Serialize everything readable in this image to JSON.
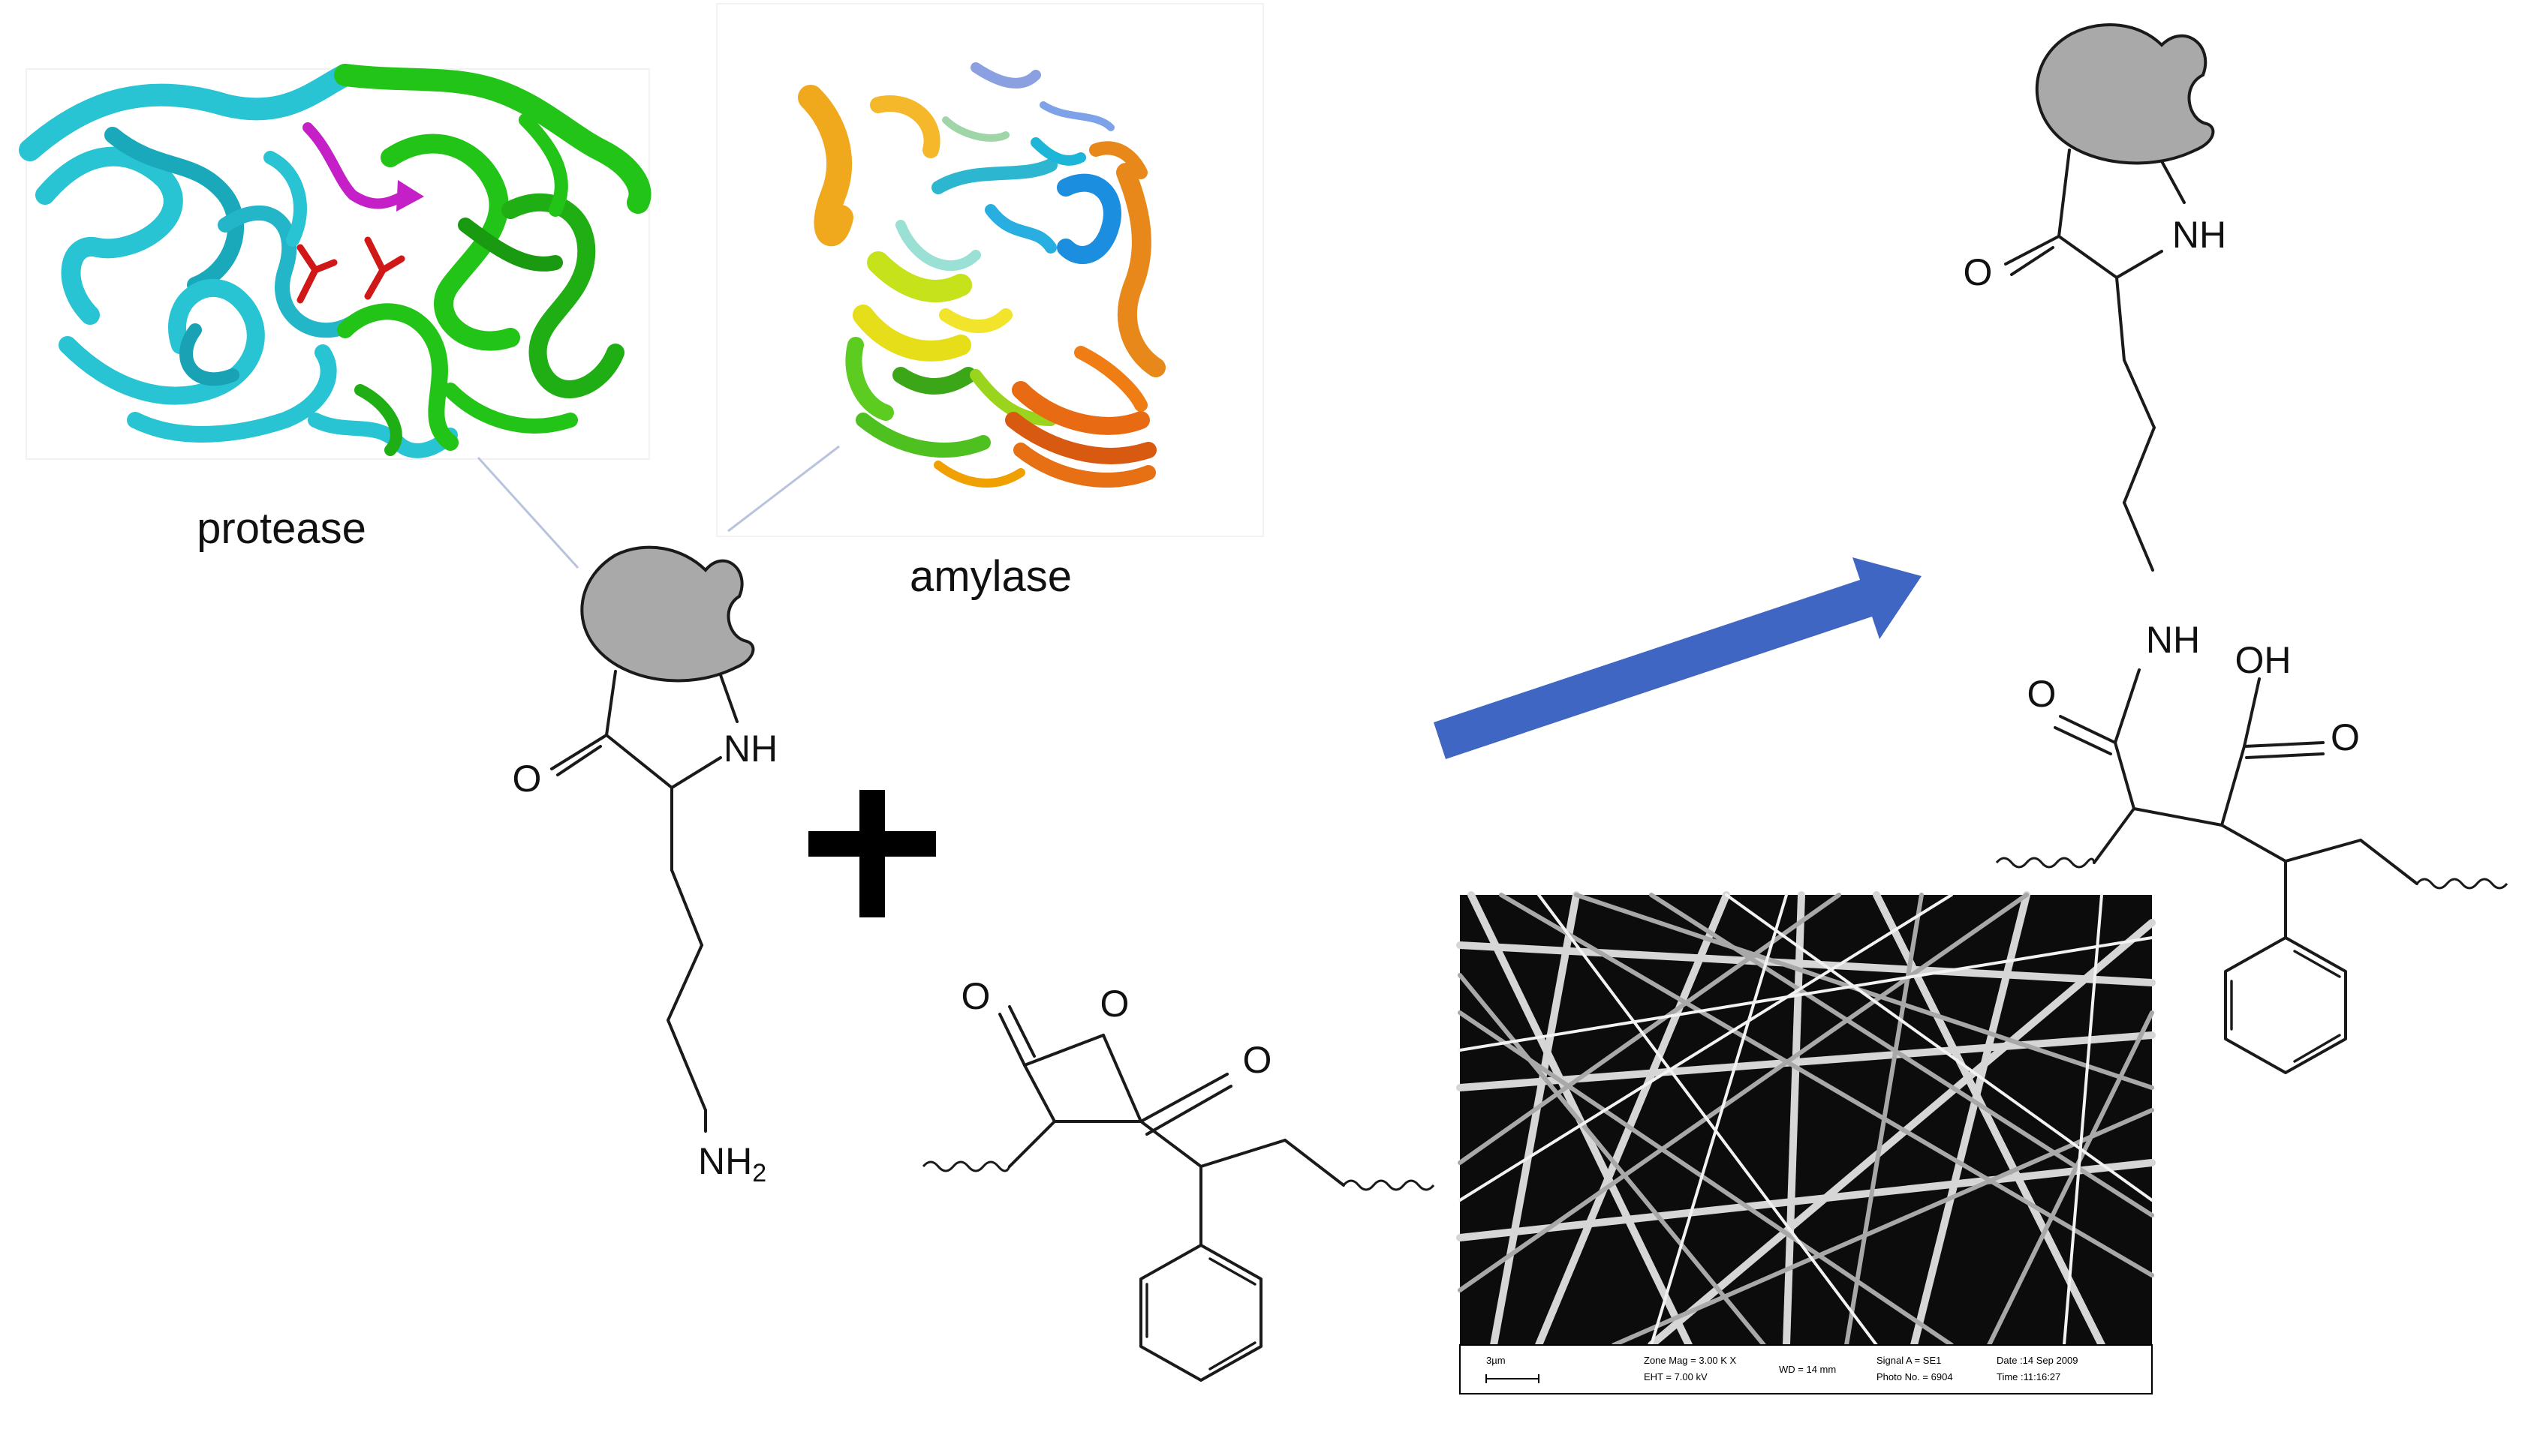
{
  "labels": {
    "protease": "protease",
    "amylase": "amylase"
  },
  "molecule_labels": {
    "enzyme_nh": "NH",
    "enzyme_o": "O",
    "enzyme_nh2_main": "NH",
    "enzyme_nh2_sub": "2",
    "anhydride_o_ring": "O",
    "anhydride_o_left": "O",
    "anhydride_o_right": "O",
    "product_ring_nh": "NH",
    "product_ring_o": "O",
    "product_amide_nh": "NH",
    "product_amide_o": "O",
    "product_oh": "OH",
    "product_acid_o": "O"
  },
  "sem": {
    "scale_bar": "3µm",
    "zone_mag": "Zone Mag = 3.00 K X",
    "eht": "EHT = 7.00 kV",
    "wd": "WD = 14 mm",
    "signal": "Signal A = SE1",
    "photo_no": "Photo No. = 6904",
    "date": "Date :14 Sep 2009",
    "time": "Time :11:16:27"
  },
  "colors": {
    "enzyme_fill": "#a9a9a9",
    "arrow": "#3f66c3",
    "protease_chain_a": "#28c4d4",
    "protease_chain_b": "#22c417",
    "protease_ligand": "#c51fc8",
    "protease_active_site": "#d01818"
  }
}
